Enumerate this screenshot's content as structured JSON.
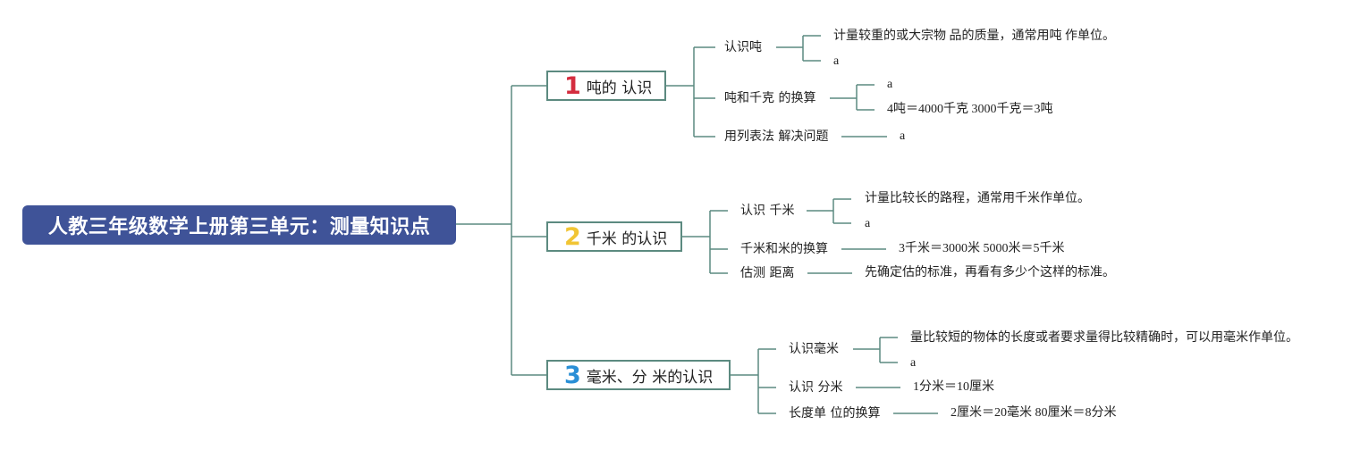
{
  "root": {
    "title": "人教三年级数学上册第三单元：测量知识点"
  },
  "topics": [
    {
      "number": "1",
      "label": "吨的 认识",
      "children": [
        {
          "label": "认识吨",
          "leaves": [
            "计量较重的或大宗物 品的质量，通常用吨 作单位。",
            "a"
          ]
        },
        {
          "label": "吨和千克 的换算",
          "leaves": [
            "a",
            "4吨＝4000千克 3000千克＝3吨"
          ]
        },
        {
          "label": "用列表法 解决问题",
          "leaves": [
            "a"
          ]
        }
      ]
    },
    {
      "number": "2",
      "label": "千米 的认识",
      "children": [
        {
          "label": "认识 千米",
          "leaves": [
            "计量比较长的路程，通常用千米作单位。",
            "a"
          ]
        },
        {
          "label": "千米和米的换算",
          "leaves": [
            "3千米＝3000米 5000米＝5千米"
          ]
        },
        {
          "label": "估测 距离",
          "leaves": [
            "先确定估的标准，再看有多少个这样的标准。"
          ]
        }
      ]
    },
    {
      "number": "3",
      "label": "毫米、分 米的认识",
      "children": [
        {
          "label": "认识毫米",
          "leaves": [
            "量比较短的物体的长度或者要求量得比较精确时，可以用毫米作单位。",
            "a"
          ]
        },
        {
          "label": "认识 分米",
          "leaves": [
            "1分米＝10厘米"
          ]
        },
        {
          "label": "长度单 位的换算",
          "leaves": [
            "2厘米＝20毫米 80厘米＝8分米"
          ]
        }
      ]
    }
  ]
}
